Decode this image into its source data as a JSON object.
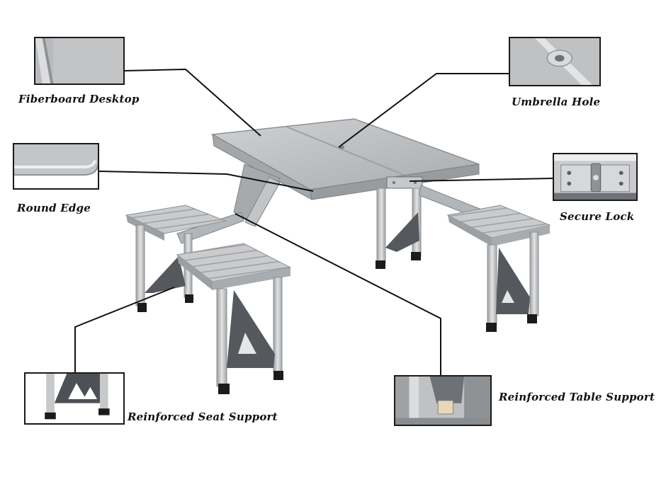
{
  "callouts": {
    "fiberboard_desktop": "Fiberboard Desktop",
    "umbrella_hole": "Umbrella Hole",
    "round_edge": "Round Edge",
    "secure_lock": "Secure Lock",
    "reinforced_seat_support": "Reinforced Seat Support",
    "reinforced_table_support": "Reinforced Table Support"
  },
  "colors": {
    "background": "#ffffff",
    "aluminum_light": "#d9dadb",
    "aluminum_mid": "#b9bbbd",
    "aluminum_dark": "#8d9093",
    "bracket_gray": "#55595d",
    "foot_black": "#1b1b1b",
    "leader_line": "#111111"
  }
}
